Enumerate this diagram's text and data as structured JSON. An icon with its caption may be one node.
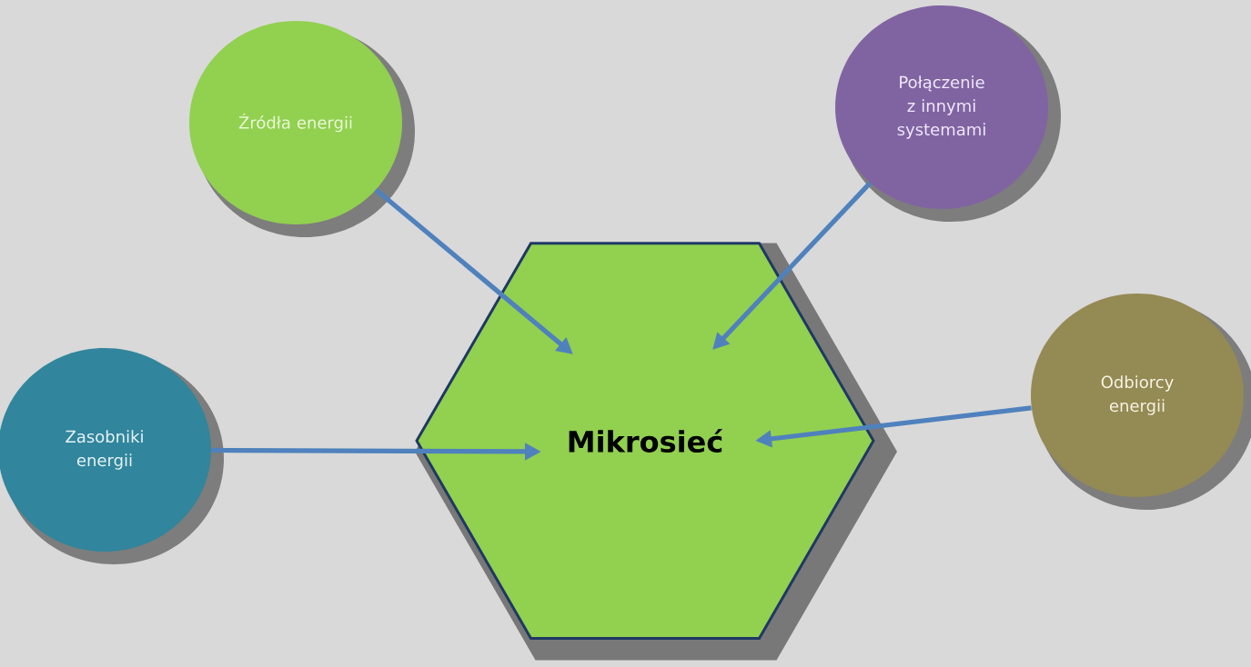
{
  "diagram": {
    "nodes": [
      {
        "text": [
          "Źródła energii"
        ]
      },
      {
        "text": [
          "Połączenie z innymi systemami"
        ]
      },
      {
        "text": [
          "Zasobniki energii"
        ]
      },
      {
        "text": [
          "Mikrosieć"
        ]
      },
      {
        "text": [
          "Odbiorcy energii"
        ]
      }
    ],
    "edges": [
      {
        "from": 0,
        "to": 3,
        "arrow": "to"
      },
      {
        "from": 1,
        "to": 3,
        "arrow": "to"
      },
      {
        "from": 2,
        "to": 3,
        "arrow": "to"
      },
      {
        "from": 4,
        "to": 3,
        "arrow": "to"
      }
    ]
  }
}
